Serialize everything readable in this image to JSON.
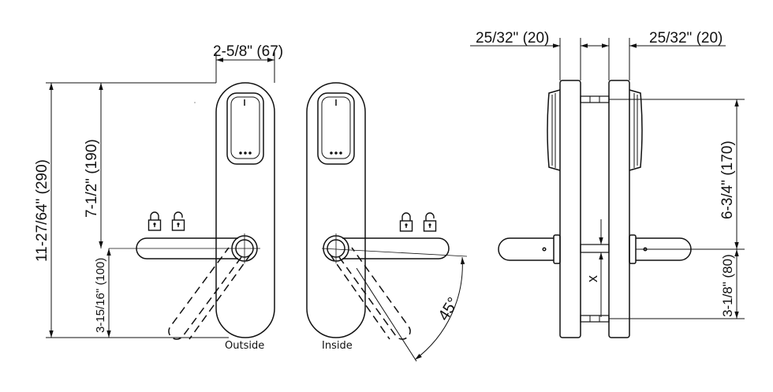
{
  "labels": {
    "outside": "Outside",
    "inside": "Inside",
    "width_front": "2-5/8\" (67)",
    "height_total": "11-27/64\" (290)",
    "height_upper": "7-1/2\" (190)",
    "height_lower": "3-15/16\" (100)",
    "side_left": "25/32\" (20)",
    "side_right": "25/32\" (20)",
    "side_height_upper": "6-3/4\" (170)",
    "side_height_lower": "3-1/8\" (80)",
    "door_thickness": "x",
    "angle": "45°"
  },
  "icons": [
    "lock-closed-icon",
    "lock-open-icon"
  ],
  "colors": {
    "line": "#111111"
  }
}
